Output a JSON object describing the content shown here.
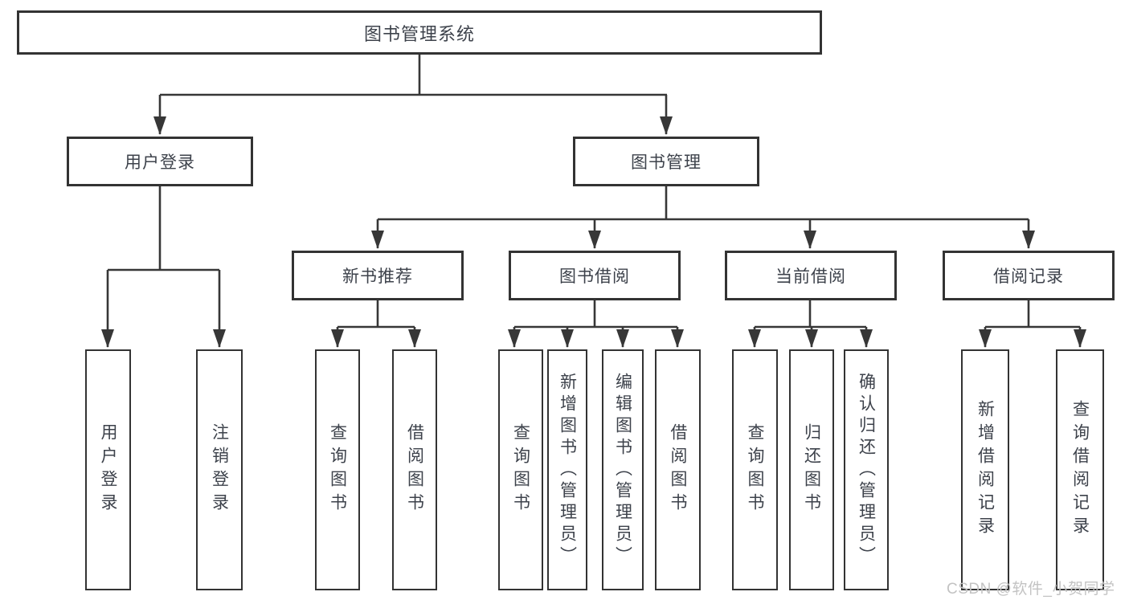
{
  "diagram": {
    "type": "hierarchy-tree",
    "title": "图书管理系统"
  },
  "nodes": {
    "root": "图书管理系统",
    "user_login": "用户登录",
    "book_mgmt": "图书管理",
    "new_book_rec": "新书推荐",
    "book_borrow": "图书借阅",
    "current_borrow": "当前借阅",
    "borrow_records": "借阅记录",
    "leaf_user_login": "用户登录",
    "leaf_logout": "注销登录",
    "rec_query_books": "查询图书",
    "rec_borrow_books": "借阅图书",
    "bb_query_books": "查询图书",
    "bb_add_books": "新增图书（管理员）",
    "bb_edit_books": "编辑图书（管理员）",
    "bb_borrow_books": "借阅图书",
    "cb_query_books": "查询图书",
    "cb_return_books": "归还图书",
    "cb_confirm_return": "确认归还（管理员）",
    "br_add_record": "新增借阅记录",
    "br_query_record": "查询借阅记录"
  },
  "watermark": {
    "text": "CSDN @软件_小贺同学"
  },
  "colors": {
    "line": "#373737",
    "box_border": "#333333",
    "text": "#3d424b",
    "watermark": "#c3c3c3",
    "background": "#ffffff"
  }
}
